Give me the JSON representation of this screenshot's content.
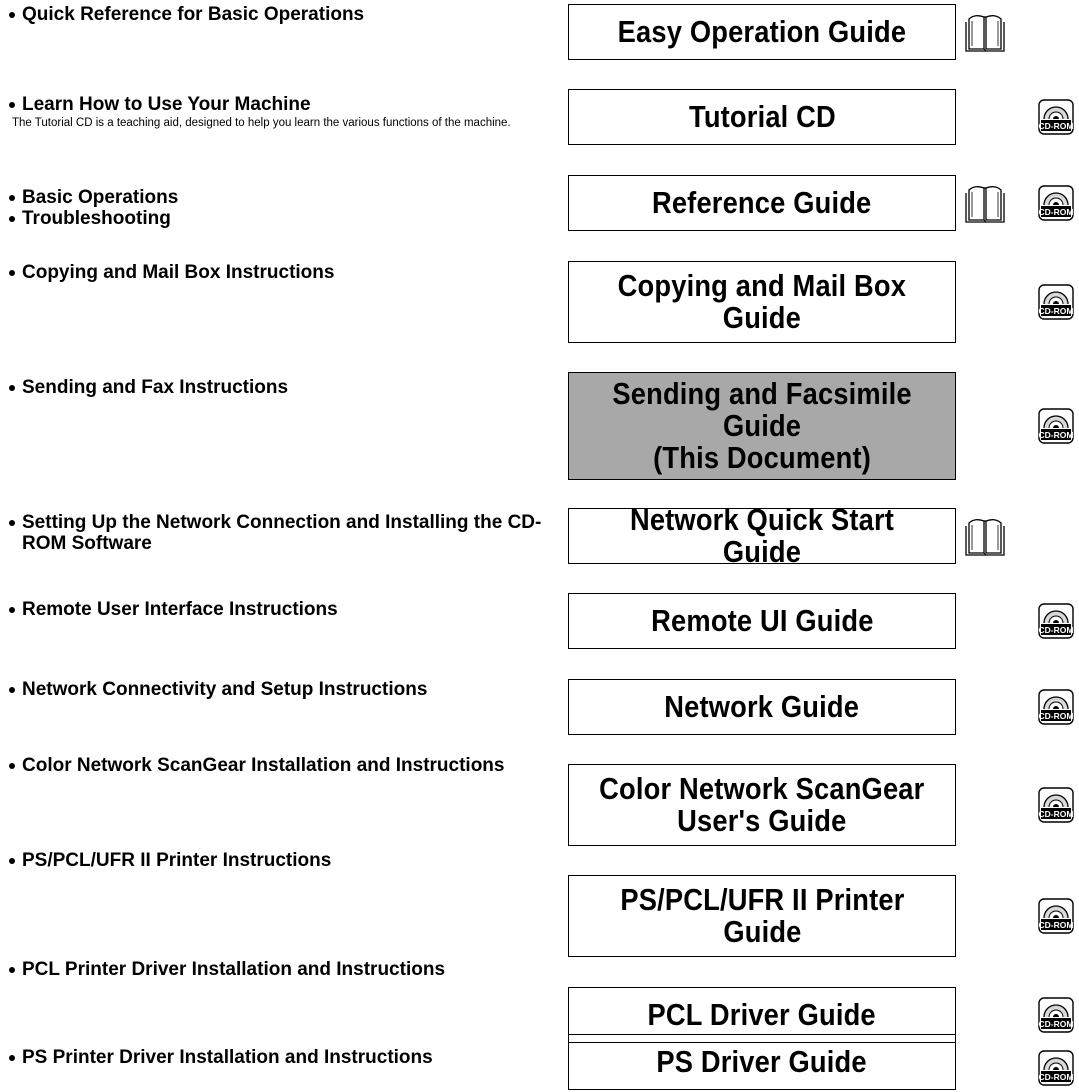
{
  "icons": {
    "book": "open-book-icon",
    "cd": "cd-rom-icon",
    "cd_label": "CD-ROM"
  },
  "colors": {
    "highlight_box": "#a8a8a8",
    "border": "#000000"
  },
  "guides": [
    {
      "items": [
        "Quick Reference for Basic Operations"
      ],
      "title": "Easy Operation Guide",
      "book": true,
      "cd": false,
      "highlight": false
    },
    {
      "items": [
        "Learn How to Use Your Machine"
      ],
      "sub": "The Tutorial CD is a teaching aid, designed to help you learn the various functions of the machine.",
      "title": "Tutorial CD",
      "book": false,
      "cd": true,
      "highlight": false
    },
    {
      "items": [
        "Basic Operations",
        "Troubleshooting"
      ],
      "title": "Reference Guide",
      "book": true,
      "cd": true,
      "highlight": false
    },
    {
      "items": [
        "Copying and Mail Box Instructions"
      ],
      "title": "Copying and Mail Box\nGuide",
      "book": false,
      "cd": true,
      "highlight": false
    },
    {
      "items": [
        "Sending and Fax Instructions"
      ],
      "title": "Sending and Facsimile\nGuide\n(This Document)",
      "book": false,
      "cd": true,
      "highlight": true
    },
    {
      "items": [
        "Setting Up the Network Connection and Installing the CD-ROM Software"
      ],
      "title": "Network Quick Start Guide",
      "book": true,
      "cd": false,
      "highlight": false
    },
    {
      "items": [
        "Remote User Interface Instructions"
      ],
      "title": "Remote UI Guide",
      "book": false,
      "cd": true,
      "highlight": false
    },
    {
      "items": [
        "Network Connectivity and Setup Instructions"
      ],
      "title": "Network Guide",
      "book": false,
      "cd": true,
      "highlight": false
    },
    {
      "items": [
        "Color Network ScanGear Installation and Instructions"
      ],
      "title": "Color Network ScanGear\nUser's Guide",
      "book": false,
      "cd": true,
      "highlight": false
    },
    {
      "items": [
        "PS/PCL/UFR II Printer Instructions"
      ],
      "title": "PS/PCL/UFR II Printer\nGuide",
      "book": false,
      "cd": true,
      "highlight": false
    },
    {
      "items": [
        "PCL Printer Driver Installation and Instructions"
      ],
      "title": "PCL Driver Guide",
      "book": false,
      "cd": true,
      "highlight": false
    },
    {
      "items": [
        "PS Printer Driver Installation and Instructions"
      ],
      "title": "PS Driver Guide",
      "book": false,
      "cd": true,
      "highlight": false
    }
  ]
}
